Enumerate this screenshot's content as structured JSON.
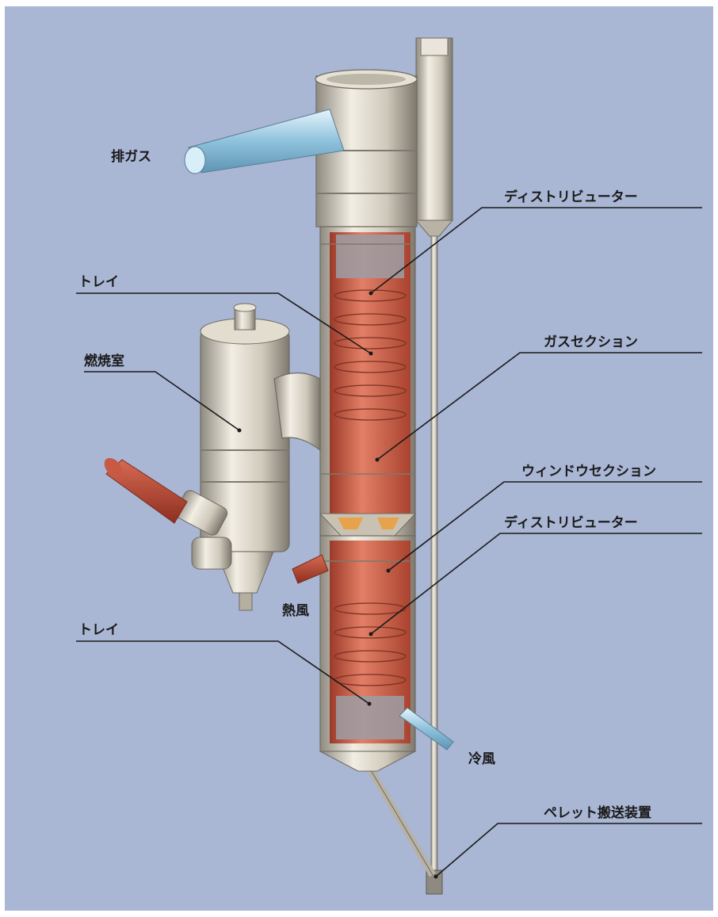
{
  "labels": {
    "exhaust_gas": "排ガス",
    "distributor_upper": "ディストリビューター",
    "tray_upper": "トレイ",
    "combustion_chamber": "燃焼室",
    "gas_section": "ガスセクション",
    "window_section": "ウィンドウセクション",
    "distributor_lower": "ディストリビューター",
    "hot_air": "熱風",
    "tray_lower": "トレイ",
    "cold_air": "冷風",
    "pellet_conveyor": "ペレット搬送装置"
  },
  "colors": {
    "background": "#a9b6d4",
    "steel": "#d9d4c8",
    "hot_section": "#d9705a",
    "hot_pipe": "#c2503c",
    "cold_pipe": "#9cc8e0"
  }
}
